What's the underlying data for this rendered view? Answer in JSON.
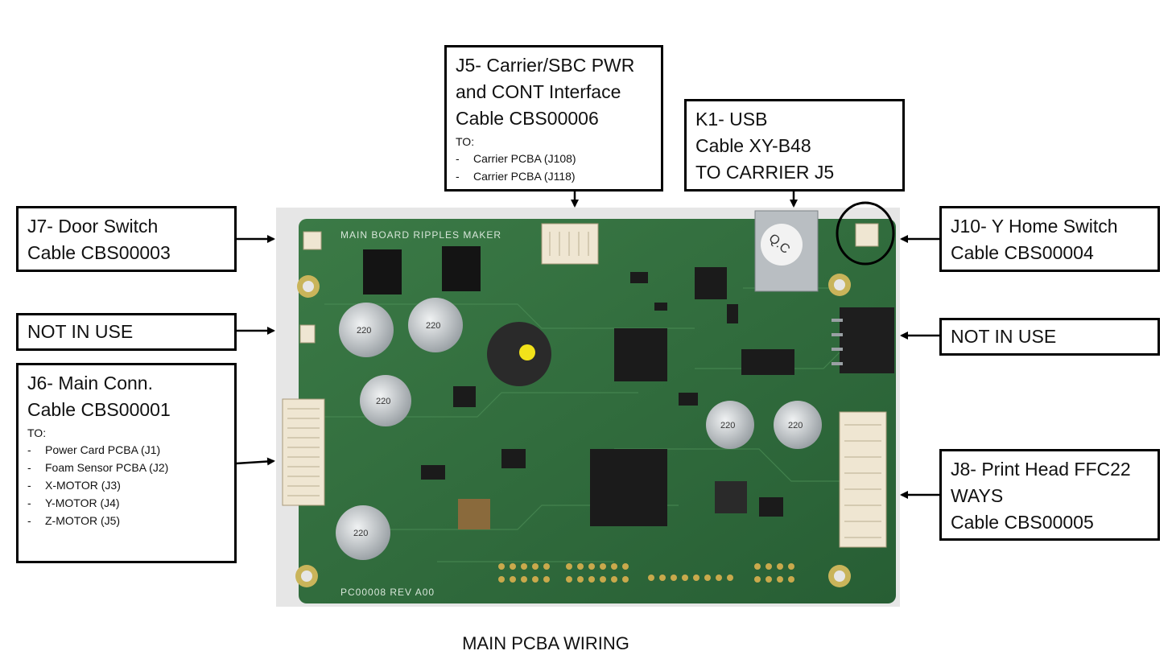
{
  "caption": "MAIN PCBA WIRING",
  "board": {
    "silkscreen_top": "MAIN BOARD RIPPLES MAKER",
    "silkscreen_bottom": "PC00008 REV A00",
    "cap_label": "220",
    "qc_sticker": "Q.C"
  },
  "callouts": {
    "j5": {
      "lines": [
        "J5- Carrier/SBC PWR",
        "and CONT Interface",
        "Cable CBS00006"
      ],
      "to_label": "TO:",
      "items": [
        "Carrier PCBA (J108)",
        "Carrier PCBA (J118)"
      ]
    },
    "k1": {
      "lines": [
        "K1- USB",
        "Cable XY-B48",
        "TO CARRIER J5"
      ]
    },
    "j7": {
      "lines": [
        "J7- Door Switch",
        "Cable CBS00003"
      ]
    },
    "j10": {
      "lines": [
        "J10- Y Home Switch",
        "Cable CBS00004"
      ]
    },
    "not_in_use_left": {
      "lines": [
        "NOT IN USE"
      ]
    },
    "not_in_use_right": {
      "lines": [
        "NOT IN USE"
      ]
    },
    "j6": {
      "lines": [
        "J6- Main Conn.",
        "Cable CBS00001"
      ],
      "to_label": "TO:",
      "items": [
        "Power Card PCBA (J1)",
        "Foam Sensor PCBA (J2)",
        "X-MOTOR (J3)",
        "Y-MOTOR (J4)",
        "Z-MOTOR (J5)"
      ]
    },
    "j8": {
      "lines": [
        "J8- Print Head FFC22",
        "WAYS",
        "Cable CBS00005"
      ]
    }
  },
  "colors": {
    "pcb_green": "#2f6a3c",
    "pcb_dark": "#1f4f2b",
    "silkscreen": "#d7e6d9",
    "cap_silver": "#c9cdd0",
    "connector_beige": "#efe6d2"
  }
}
